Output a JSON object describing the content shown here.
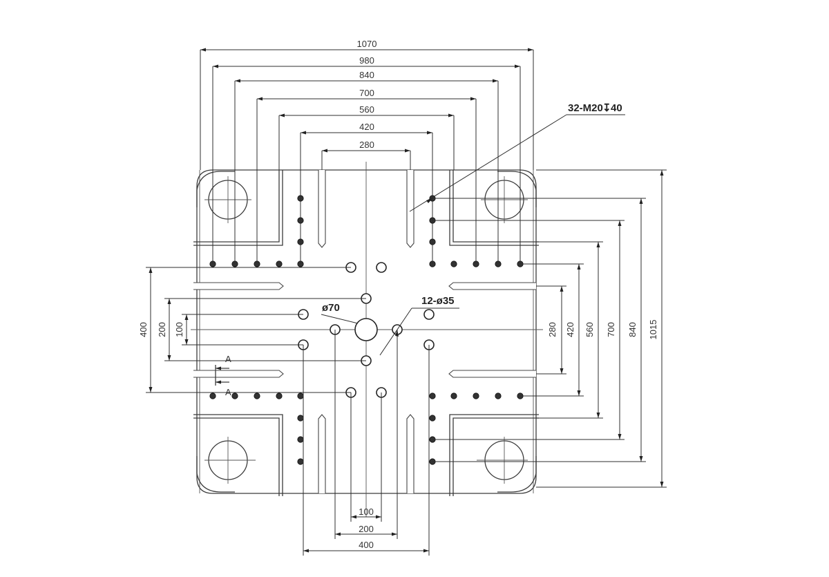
{
  "drawing": {
    "top_dimensions": [
      "1070",
      "980",
      "840",
      "700",
      "560",
      "420",
      "280"
    ],
    "right_dimensions": [
      "280",
      "420",
      "560",
      "700",
      "840",
      "1015"
    ],
    "left_dimensions": [
      "400",
      "200",
      "100"
    ],
    "bottom_dimensions": [
      "100",
      "200",
      "400"
    ],
    "tapped_holes_callout": "32-M20",
    "tapped_holes_depth_symbol": "↧",
    "tapped_holes_depth": "40",
    "center_hole_label": "ø70",
    "ejector_holes_label": "12-ø35",
    "section_mark_top": "A",
    "section_mark_bottom": "A"
  }
}
